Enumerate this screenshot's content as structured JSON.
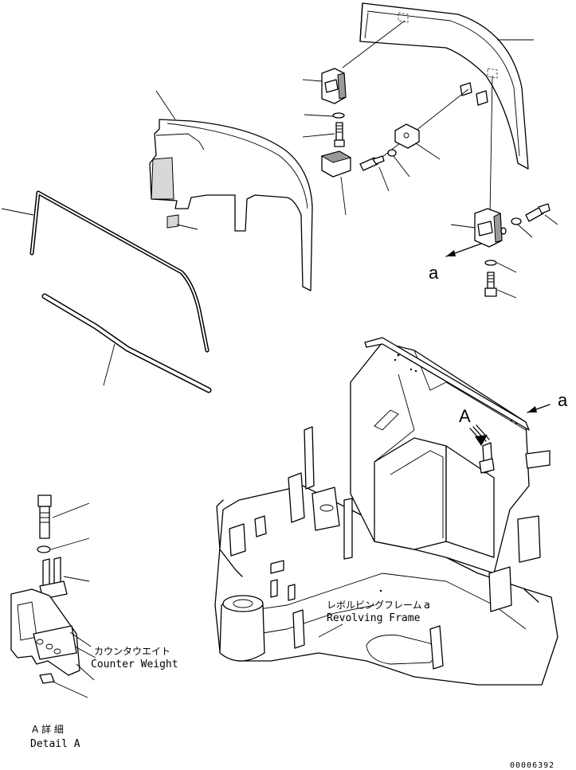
{
  "labels": {
    "counterweight_jp": "カウンタウエイト",
    "counterweight_en": "Counter Weight",
    "frame_jp": "レボルビングフレーム",
    "frame_en": "Revolving Frame",
    "detail_jp": "A 詳 細",
    "detail_en": "Detail A",
    "view_letter_upper": "A",
    "view_letter_lower_1": "a",
    "view_letter_lower_2": "a",
    "frame_suffix": "a",
    "drawing_number": "00006392"
  }
}
